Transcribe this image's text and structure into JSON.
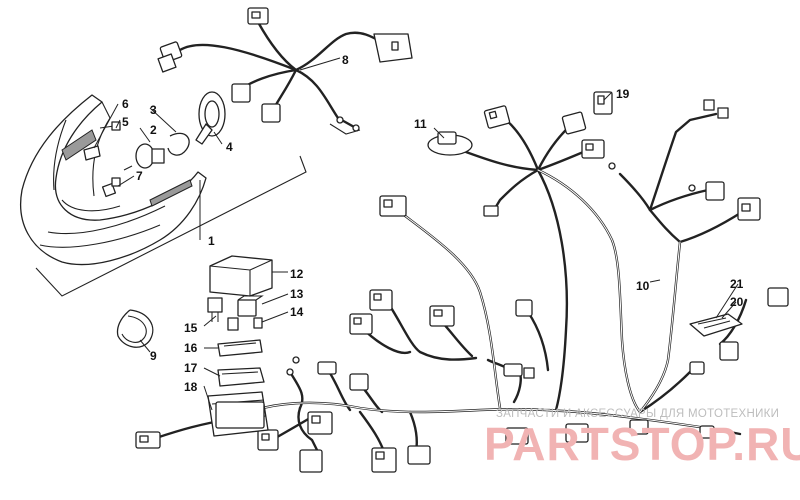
{
  "callouts": {
    "c1": "1",
    "c2": "2",
    "c3": "3",
    "c4": "4",
    "c5": "5",
    "c6": "6",
    "c7": "7",
    "c8": "8",
    "c9": "9",
    "c10": "10",
    "c11": "11",
    "c12": "12",
    "c13": "13",
    "c14": "14",
    "c15": "15",
    "c16": "16",
    "c17": "17",
    "c18": "18",
    "c19": "19",
    "c20": "20",
    "c21": "21"
  },
  "watermark": {
    "tagline": "ЗАПЧАСТИ И АКСЕССУАРЫ ДЛЯ МОТОТЕХНИКИ",
    "logo": "PARTSTOP.RU"
  }
}
